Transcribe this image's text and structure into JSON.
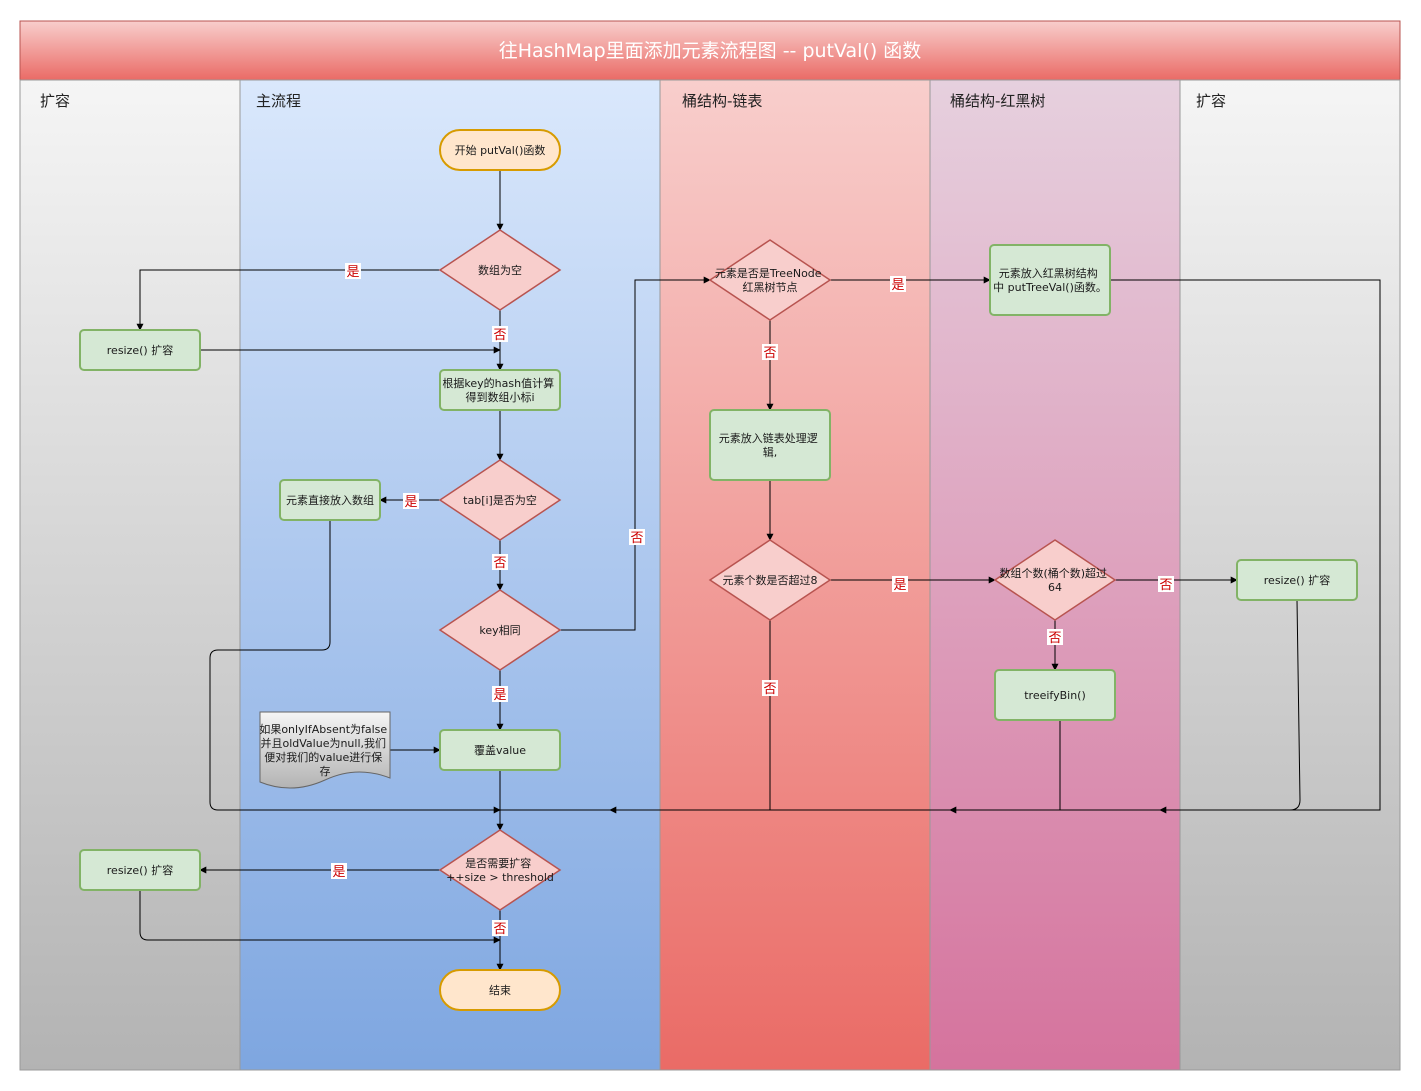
{
  "diagram": {
    "title": "往HashMap里面添加元素流程图 -- putVal() 函数",
    "lanes": [
      {
        "id": "expand-left",
        "title": "扩容"
      },
      {
        "id": "main",
        "title": "主流程"
      },
      {
        "id": "list",
        "title": "桶结构-链表"
      },
      {
        "id": "tree",
        "title": "桶结构-红黑树"
      },
      {
        "id": "expand-right",
        "title": "扩容"
      }
    ],
    "nodes": {
      "start": "开始 putVal()函数",
      "table_empty": "数组为空",
      "resize_top": "resize() 扩容",
      "compute_index": [
        "根据key的hash值计算",
        "得到数组小标i"
      ],
      "slot_empty": "tab[i]是否为空",
      "put_direct": "元素直接放入数组",
      "key_same": "key相同",
      "override_value": "覆盖value",
      "note": [
        "如果onlyIfAbsent为false",
        "并且oldValue为null,我们",
        "便对我们的value进行保",
        "存"
      ],
      "need_resize": [
        "是否需要扩容",
        "++size > threshold"
      ],
      "resize_bottom": "resize() 扩容",
      "end": "结束",
      "is_treenode": [
        "元素是否是TreeNode",
        "红黑树节点"
      ],
      "list_put": [
        "元素放入链表处理逻",
        "辑,"
      ],
      "count_gt8": "元素个数是否超过8",
      "tree_put": [
        "元素放入红黑树结构",
        "中 putTreeVal()函数。"
      ],
      "capacity_gt64": [
        "数组个数(桶个数)超过",
        "64"
      ],
      "treeify": "treeifyBin()",
      "resize_right": "resize() 扩容"
    },
    "edge_labels": {
      "yes": "是",
      "no": "否"
    }
  },
  "colors": {
    "header_top": "#f8cecc",
    "header_bottom": "#ea6b66",
    "decision_fill": "#f8cecc",
    "decision_stroke": "#b85450",
    "process_fill": "#d5e8d4",
    "process_stroke": "#82b366",
    "terminal_fill": "#ffe6cc",
    "terminal_stroke": "#d79b00",
    "label": "#cc0000"
  }
}
